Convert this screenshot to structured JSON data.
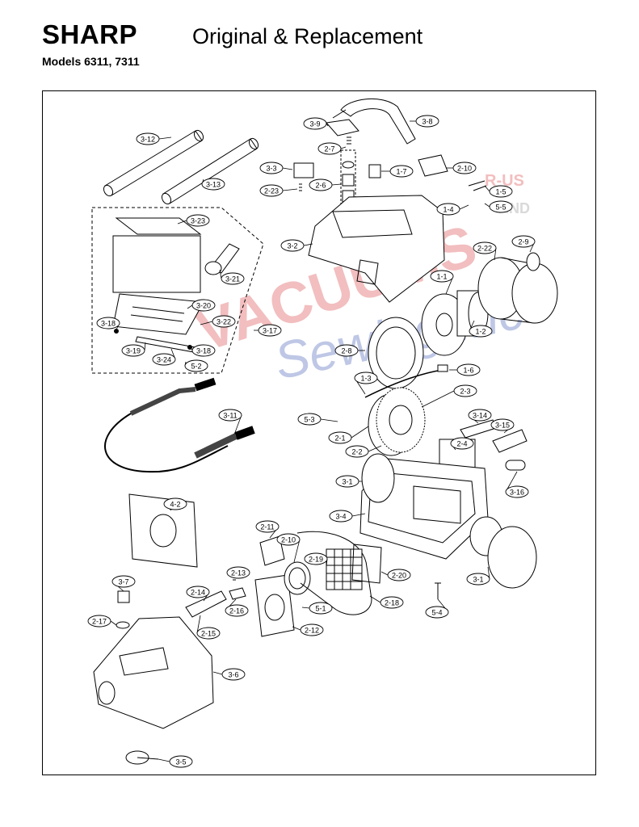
{
  "header": {
    "brand": "SHARP",
    "subtitle": "Original & Replacement",
    "models": "Models 6311, 7311"
  },
  "watermark": {
    "main": "VACUUMS",
    "sub": "Sewing Inc",
    "side_top": "R-US",
    "side_bottom": "AND",
    "color_red": "#d9464a",
    "color_blue": "#3f55a8"
  },
  "part_labels": {
    "p3_12": "3-12",
    "p3_13": "3-13",
    "p3_9": "3-9",
    "p3_8": "3-8",
    "p2_7": "2-7",
    "p3_3": "3-3",
    "p2_23": "2-23",
    "p2_6": "2-6",
    "p1_7": "1-7",
    "p2_10a": "2-10",
    "p1_5": "1-5",
    "p1_4": "1-4",
    "p5_5": "5-5",
    "p3_23": "3-23",
    "p3_21": "3-21",
    "p3_20": "3-20",
    "p3_22a": "3-22",
    "p3_18a": "3-18",
    "p3_17": "3-17",
    "p3_19": "3-19",
    "p3_24": "3-24",
    "p3_18b": "3-18",
    "p5_2": "5-2",
    "p3_2": "3-2",
    "p2_22": "2-22",
    "p2_9": "2-9",
    "p1_1": "1-1",
    "p1_2": "1-2",
    "p2_8": "2-8",
    "p1_6": "1-6",
    "p1_3": "1-3",
    "p2_3": "2-3",
    "p5_3": "5-3",
    "p3_11": "3-11",
    "p2_1": "2-1",
    "p2_2": "2-2",
    "p3_14": "3-14",
    "p3_15": "3-15",
    "p2_4": "2-4",
    "p3_1a": "3-1",
    "p3_16": "3-16",
    "p4_2": "4-2",
    "p3_4": "3-4",
    "p2_11": "2-11",
    "p2_10b": "2-10",
    "p2_19": "2-19",
    "p2_20": "2-20",
    "p3_1b": "3-1",
    "p2_13": "2-13",
    "p3_7": "3-7",
    "p2_14": "2-14",
    "p2_16": "2-16",
    "p5_1": "5-1",
    "p2_18": "2-18",
    "p5_4": "5-4",
    "p2_17": "2-17",
    "p2_15": "2-15",
    "p2_12": "2-12",
    "p3_6": "3-6",
    "p3_5": "3-5"
  }
}
